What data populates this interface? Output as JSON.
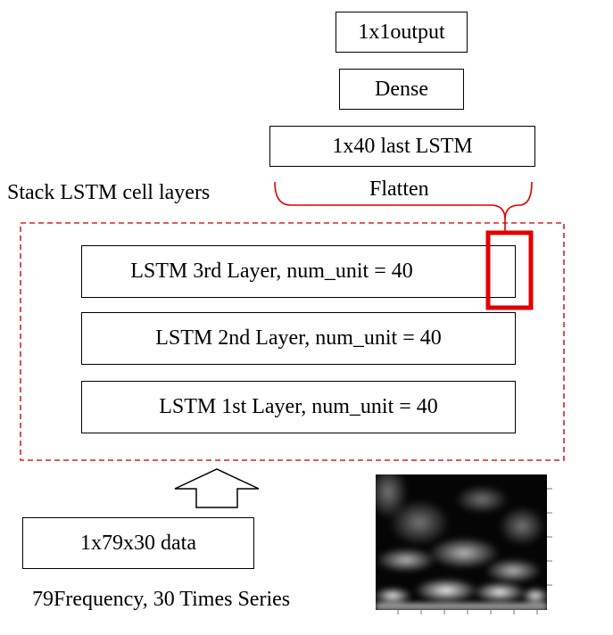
{
  "title": "",
  "boxes": {
    "output": "1x1output",
    "dense": "Dense",
    "last_lstm": "1x40 last LSTM",
    "lstm3": "LSTM 3rd Layer, num_unit = 40",
    "lstm2": "LSTM 2nd Layer, num_unit = 40",
    "lstm1": "LSTM 1st Layer, num_unit = 40",
    "input": "1x79x30 data"
  },
  "labels": {
    "flatten": "Flatten",
    "stack": "Stack LSTM cell layers",
    "caption": "79Frequency, 30 Times Series"
  },
  "colors": {
    "accent_red": "#e00000",
    "dashed_red": "#e02020",
    "box_border": "#000000"
  },
  "icons": {
    "input_arrow": "up-arrow-icon",
    "spectrogram": "spectrogram-image"
  }
}
